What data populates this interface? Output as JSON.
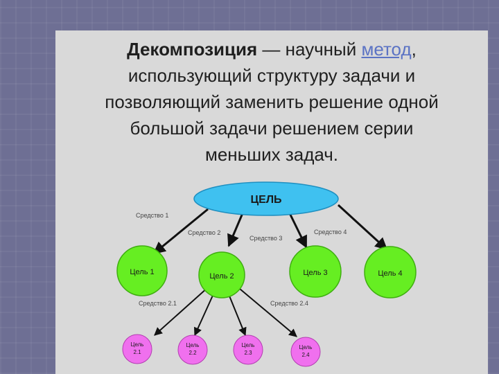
{
  "definition": {
    "term": "Декомпозиция",
    "dash": " — научный ",
    "link": "метод",
    "after_link": ",",
    "line2": "использующий структуру задачи и",
    "line3": "позволяющий заменить решение одной",
    "line4": "большой задачи решением серии",
    "line5": "меньших задач."
  },
  "diagram": {
    "root": "ЦЕЛЬ",
    "goals": [
      "Цель 1",
      "Цель 2",
      "Цель 3",
      "Цель 4"
    ],
    "means": [
      "Средство 1",
      "Средство 2",
      "Средство 3",
      "Средство 4"
    ],
    "sub_means": [
      "Средство 2.1",
      "Средство 2.4"
    ],
    "subgoals": [
      {
        "top": "Цель",
        "bottom": "2.1"
      },
      {
        "top": "Цель",
        "bottom": "2.2"
      },
      {
        "top": "Цель",
        "bottom": "2.3"
      },
      {
        "top": "Цель",
        "bottom": "2.4"
      }
    ]
  },
  "colors": {
    "root": "#3fc1f0",
    "goal": "#66ee22",
    "subgoal": "#f070ee",
    "arrow": "#111111"
  }
}
